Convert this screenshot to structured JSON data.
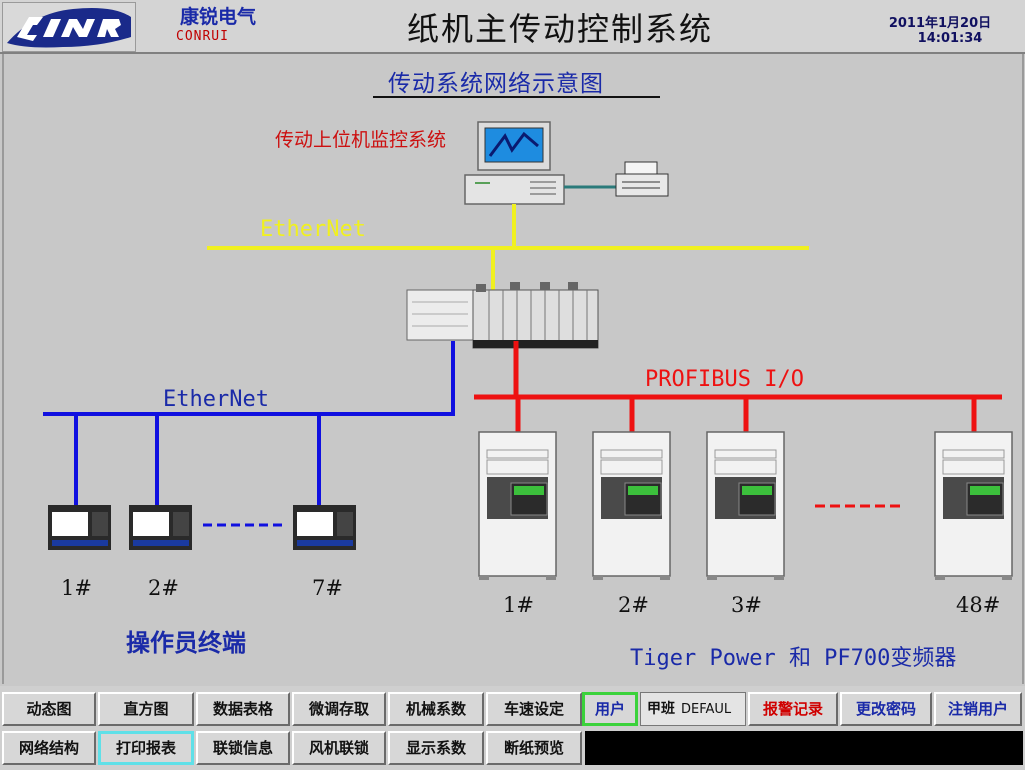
{
  "header": {
    "company_cn": "康锐电气",
    "company_en": "CONRUI",
    "system_title": "纸机主传动控制系统",
    "date": "2011年1月20日",
    "time": "14:01:34"
  },
  "diagram": {
    "title": "传动系统网络示意图",
    "monitor_label": "传动上位机监控系统",
    "ethernet_top_label": "EtherNet",
    "ethernet_left_label": "EtherNet",
    "profibus_label": "PROFIBUS I/O",
    "terminals": [
      {
        "label": "1#"
      },
      {
        "label": "2#"
      },
      {
        "label": "7#"
      }
    ],
    "terminals_caption": "操作员终端",
    "drives": [
      {
        "label": "1#"
      },
      {
        "label": "2#"
      },
      {
        "label": "3#"
      },
      {
        "label": "48#"
      }
    ],
    "drives_caption": "Tiger Power 和 PF700变频器"
  },
  "colors": {
    "ethernet_top": "#f0f020",
    "ethernet_left": "#1010e0",
    "profibus": "#ee1111",
    "monitor_text": "#cc1010",
    "title_blue": "#1a2aa8"
  },
  "footer": {
    "row1": [
      {
        "label": "动态图"
      },
      {
        "label": "直方图"
      },
      {
        "label": "数据表格"
      },
      {
        "label": "微调存取"
      },
      {
        "label": "机械系数"
      },
      {
        "label": "车速设定"
      },
      {
        "label": "用户"
      },
      {
        "label": "报警记录"
      },
      {
        "label": "更改密码"
      },
      {
        "label": "注销用户"
      }
    ],
    "shift_name": "甲班",
    "shift_user": "DEFAUL",
    "row2": [
      {
        "label": "网络结构"
      },
      {
        "label": "打印报表"
      },
      {
        "label": "联锁信息"
      },
      {
        "label": "风机联锁"
      },
      {
        "label": "显示系数"
      },
      {
        "label": "断纸预览"
      }
    ]
  }
}
